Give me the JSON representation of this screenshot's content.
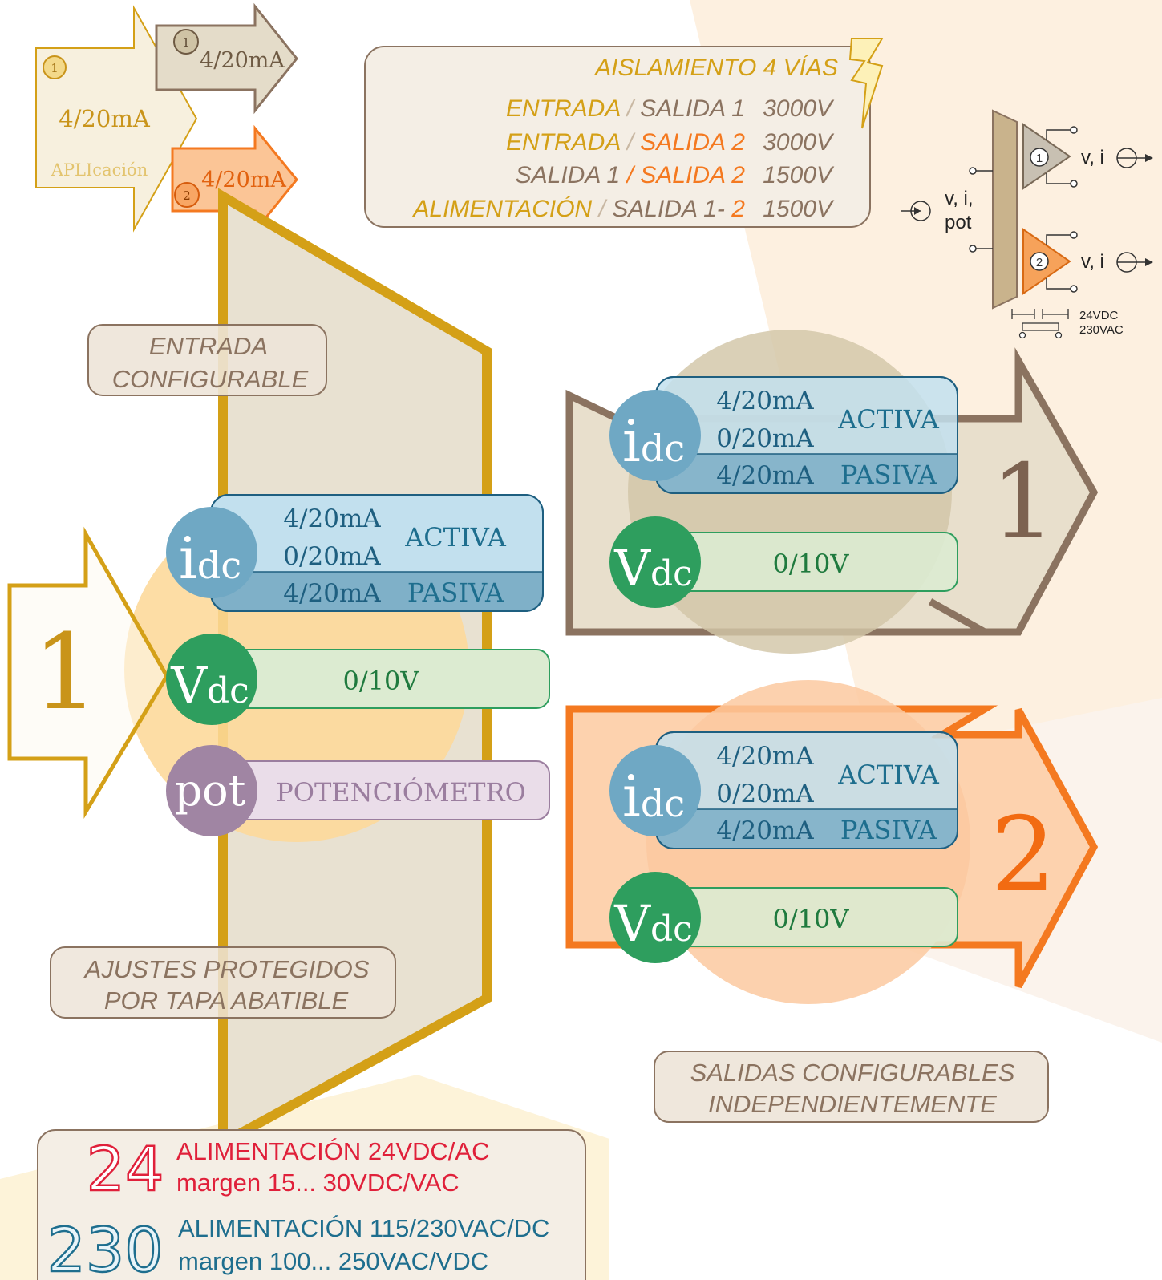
{
  "colors": {
    "gold": "#d4a017",
    "orange": "#f47920",
    "taupe": "#8b7360",
    "beige": "#e8e0cf",
    "blue_light": "#c2e0ee",
    "blue_mid": "#7fb0c8",
    "blue_text": "#1e5f80",
    "green": "#2e9e5e",
    "green_light": "#dcebd1",
    "purple": "#9b7e9f",
    "purple_light": "#eadde9",
    "red": "#e0203a",
    "teal": "#1e6e8e"
  },
  "application": {
    "badge_in": "1",
    "signal_in": "4/20mA",
    "caption": "APLIcación",
    "out1_badge": "1",
    "out1_signal": "4/20mA",
    "out2_badge": "2",
    "out2_signal": "4/20mA"
  },
  "isolation": {
    "title": "AISLAMIENTO  4 VÍAS",
    "lines": [
      {
        "a": "ENTRADA",
        "sep": "/",
        "b": "SALIDA 1",
        "v": "3000V"
      },
      {
        "a": "ENTRADA",
        "sep": "/",
        "b": "SALIDA 2",
        "v": "3000V"
      },
      {
        "a": "SALIDA 1",
        "sep": "/",
        "b": "SALIDA 2",
        "v": "1500V"
      },
      {
        "a": "ALIMENTACIÓN",
        "sep": "/",
        "b": "SALIDA 1-",
        "b2": "2",
        "v": "1500V"
      }
    ]
  },
  "schematic": {
    "input_label_1": "v, i,",
    "input_label_2": "pot",
    "out1_badge": "1",
    "out1_label": "v, i",
    "out2_badge": "2",
    "out2_label": "v, i",
    "power_1": "24VDC",
    "power_2": "230VAC"
  },
  "input": {
    "number": "1",
    "tag_line1": "ENTRADA",
    "tag_line2": "CONFIGURABLE",
    "current": {
      "icon_main": "i",
      "icon_sub": "dc",
      "r1": "4/20mA",
      "r2": "0/20mA",
      "active": "ACTIVA",
      "r3": "4/20mA",
      "passive": "PASIVA"
    },
    "voltage": {
      "icon_main": "V",
      "icon_sub": "dc",
      "range": "0/10V"
    },
    "pot": {
      "icon": "pot",
      "label": "POTENCIÓMETRO"
    },
    "protect_line1": "AJUSTES PROTEGIDOS",
    "protect_line2": "POR TAPA ABATIBLE"
  },
  "output1": {
    "number": "1",
    "current": {
      "icon_main": "i",
      "icon_sub": "dc",
      "r1": "4/20mA",
      "r2": "0/20mA",
      "active": "ACTIVA",
      "r3": "4/20mA",
      "passive": "PASIVA"
    },
    "voltage": {
      "icon_main": "V",
      "icon_sub": "dc",
      "range": "0/10V"
    }
  },
  "output2": {
    "number": "2",
    "current": {
      "icon_main": "i",
      "icon_sub": "dc",
      "r1": "4/20mA",
      "r2": "0/20mA",
      "active": "ACTIVA",
      "r3": "4/20mA",
      "passive": "PASIVA"
    },
    "voltage": {
      "icon_main": "V",
      "icon_sub": "dc",
      "range": "0/10V"
    }
  },
  "outputs_tag": {
    "line1": "SALIDAS CONFIGURABLES",
    "line2": "INDEPENDIENTEMENTE"
  },
  "power": {
    "p24": {
      "badge": "24",
      "line1": "ALIMENTACIÓN 24VDC/AC",
      "line2": "margen 15... 30VDC/VAC"
    },
    "p230": {
      "badge": "230",
      "line1": "ALIMENTACIÓN 115/230VAC/DC",
      "line2": "margen 100... 250VAC/VDC"
    }
  }
}
